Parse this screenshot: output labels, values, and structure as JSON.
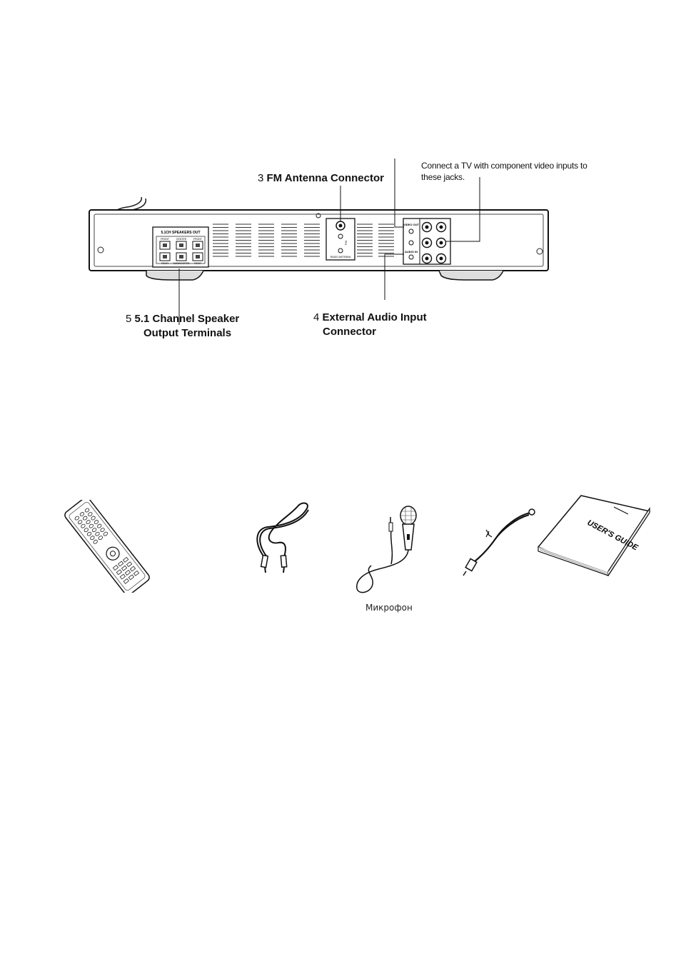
{
  "callouts": {
    "fm_antenna": {
      "num": "3",
      "text": "FM Antenna Connector"
    },
    "component_note": {
      "line1": "Connect a TV with component video inputs to",
      "line2": "these jacks."
    },
    "speaker_out": {
      "num": "5",
      "line1": "5.1 Channel Speaker",
      "line2": "Output Terminals"
    },
    "audio_input": {
      "num": "4",
      "line1": "External Audio Input",
      "line2": "Connector"
    }
  },
  "panel": {
    "speakers_out_label": "5.1CH SPEAKERS OUT",
    "front_r": "FRONT",
    "center": "CENTER",
    "front_l": "FRONT",
    "rear_r": "REAR",
    "subwoofer": "SUBWOOFER",
    "rear_l": "REAR",
    "radio_antenna": "RADIO ANTENNA",
    "video_out": "VIDEO OUT",
    "audio_in": "AUDIO IN",
    "fm": "FM"
  },
  "accessories": {
    "manual_title": "USER'S GUIDE",
    "microphone_caption": "Микрофон"
  }
}
